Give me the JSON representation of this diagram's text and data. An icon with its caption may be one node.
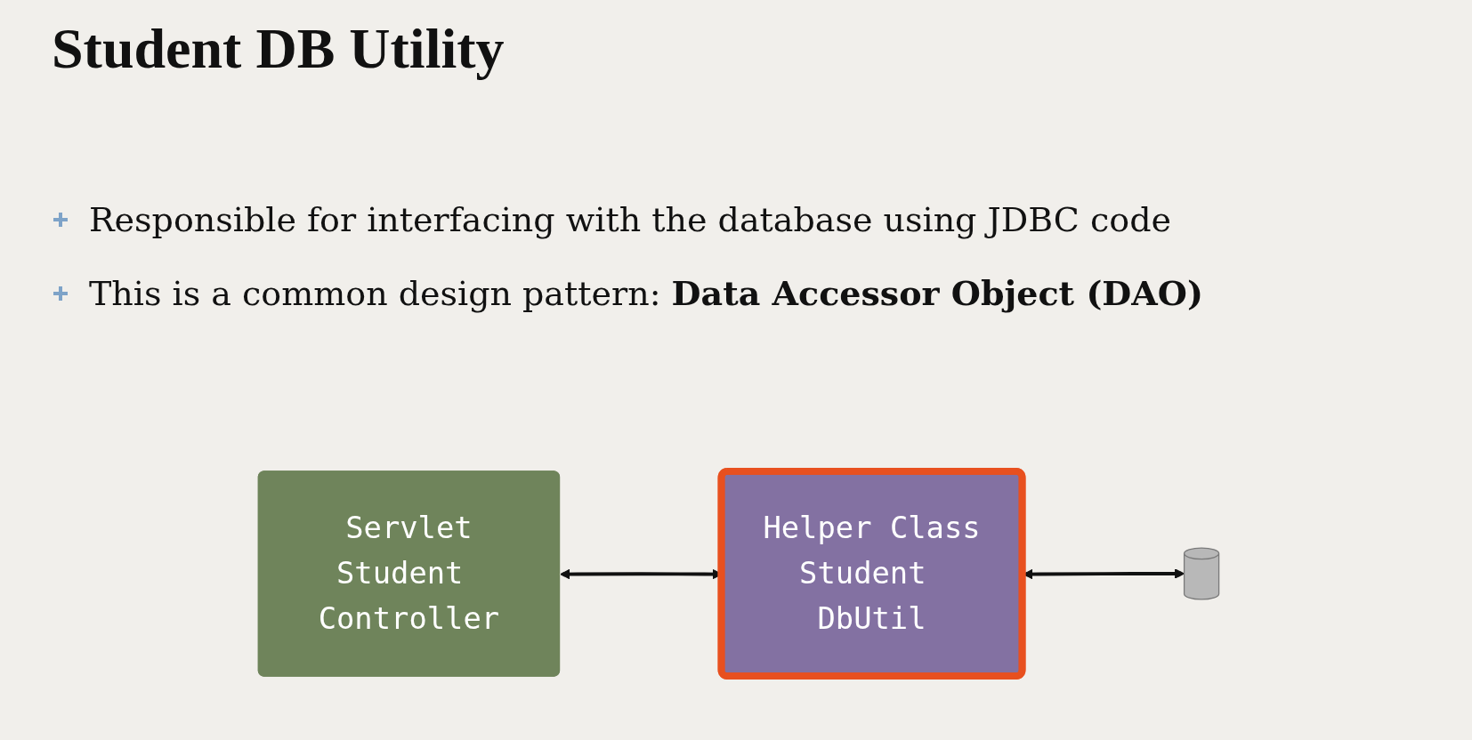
{
  "diagram": {
    "title": "Student DB Utility",
    "nodes": [
      {
        "text": [
          "Servlet",
          "Student Controller"
        ]
      },
      {
        "text": [
          "Helper Class",
          "Student DbUtil"
        ]
      },
      {
        "text": [],
        "shape": "cylinder"
      }
    ],
    "edges": [
      {
        "from": 0,
        "to": 1,
        "arrow": "both"
      },
      {
        "from": 1,
        "to": 2,
        "arrow": "both"
      }
    ],
    "labels": [
      "Responsible for interfacing with the database using JDBC code",
      "This is a common design pattern: **Data Accessor Object (DAO)**"
    ]
  }
}
